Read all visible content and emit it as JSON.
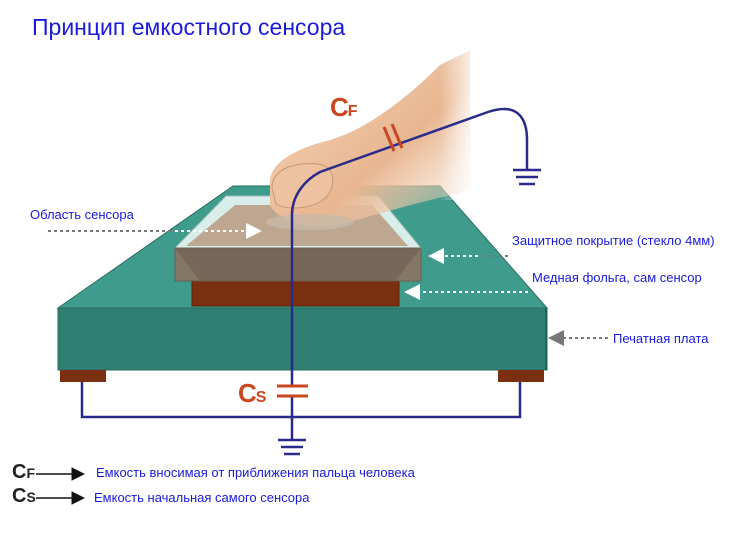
{
  "title": "Принцип емкостного сенсора",
  "symbols": {
    "cf": {
      "main": "C",
      "sub": "F"
    },
    "cs": {
      "main": "C",
      "sub": "S"
    }
  },
  "labels": {
    "sensor_area": "Область сенсора",
    "protective_coating": "Защитное покрытие (стекло 4мм)",
    "copper_foil": "Медная фольга, сам сенсор",
    "pcb": "Печатная плата"
  },
  "legend": [
    {
      "symbol": "C",
      "sub": "F",
      "text": "Емкость вносимая от приближения пальца человека"
    },
    {
      "symbol": "C",
      "sub": "S",
      "text": "Емкость начальная самого сенсора"
    }
  ],
  "colors": {
    "title": "#1a1adb",
    "labels": "#1a1adb",
    "symbols": "#c8471f",
    "wire": "#2a2a8a",
    "board": "#3a8a7c",
    "copper": "#7a3010"
  }
}
